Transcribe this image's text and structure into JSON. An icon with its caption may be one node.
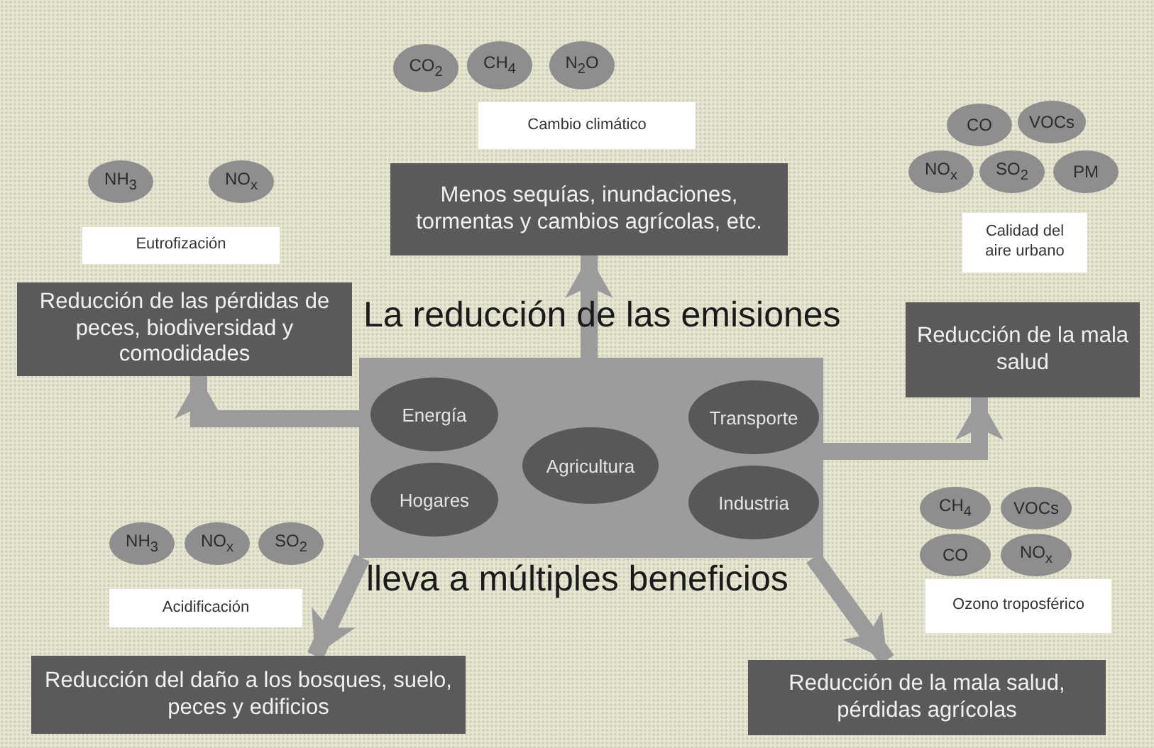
{
  "diagram": {
    "nodes": [
      {
        "text": [],
        "shape": "box"
      },
      {
        "text": [
          "Energía"
        ],
        "in": 0
      },
      {
        "text": [
          "Agricultura"
        ],
        "in": 0
      },
      {
        "text": [
          "Transporte"
        ],
        "in": 0
      },
      {
        "text": [
          "Hogares"
        ],
        "in": 0
      },
      {
        "text": [
          "Industria"
        ],
        "in": 0
      },
      {
        "text": [
          "Menos sequías, inundaciones, tormentas y cambios agrícolas, etc."
        ]
      },
      {
        "text": [
          "Reducción de las pérdidas de peces, biodiversidad y comodidades"
        ]
      },
      {
        "text": [
          "Reducción de la mala salud"
        ]
      },
      {
        "text": [
          "Reducción del daño a los bosques, suelo, peces y edificios"
        ]
      },
      {
        "text": [
          "Reducción de la mala salud, pérdidas agrícolas"
        ]
      },
      {
        "text": [
          "CO$_{2}$"
        ]
      },
      {
        "text": [
          "CH$_{4}$"
        ]
      },
      {
        "text": [
          "N$_{2}$O"
        ]
      },
      {
        "text": [
          "Cambio climático"
        ]
      },
      {
        "text": [
          "NH$_{3}$"
        ]
      },
      {
        "text": [
          "NO$_{x}$"
        ]
      },
      {
        "text": [
          "Eutrofización"
        ]
      },
      {
        "text": [
          "CO"
        ]
      },
      {
        "text": [
          "VOCs"
        ]
      },
      {
        "text": [
          "NO$_{x}$"
        ]
      },
      {
        "text": [
          "SO$_{2}$"
        ]
      },
      {
        "text": [
          "PM"
        ]
      },
      {
        "text": [
          "Calidad del aire urbano"
        ]
      },
      {
        "text": [
          "NH$_{3}$"
        ]
      },
      {
        "text": [
          "NO$_{x}$"
        ]
      },
      {
        "text": [
          "SO$_{2}$"
        ]
      },
      {
        "text": [
          "Acidificación"
        ]
      },
      {
        "text": [
          "CH$_{4}$"
        ]
      },
      {
        "text": [
          "VOCs"
        ]
      },
      {
        "text": [
          "CO"
        ]
      },
      {
        "text": [
          "NO$_{x}$"
        ]
      },
      {
        "text": [
          "Ozono troposférico"
        ]
      }
    ],
    "edges": [
      {
        "from": 0,
        "to": 6,
        "arrow": "to"
      },
      {
        "from": 0,
        "to": 7,
        "arrow": "to"
      },
      {
        "from": 0,
        "to": 8,
        "arrow": "to"
      },
      {
        "from": 0,
        "to": 9,
        "arrow": "to"
      },
      {
        "from": 0,
        "to": 10,
        "arrow": "to"
      }
    ],
    "labels": [
      "La reducción de las emisiones",
      "lleva a múltiples beneficios"
    ]
  }
}
